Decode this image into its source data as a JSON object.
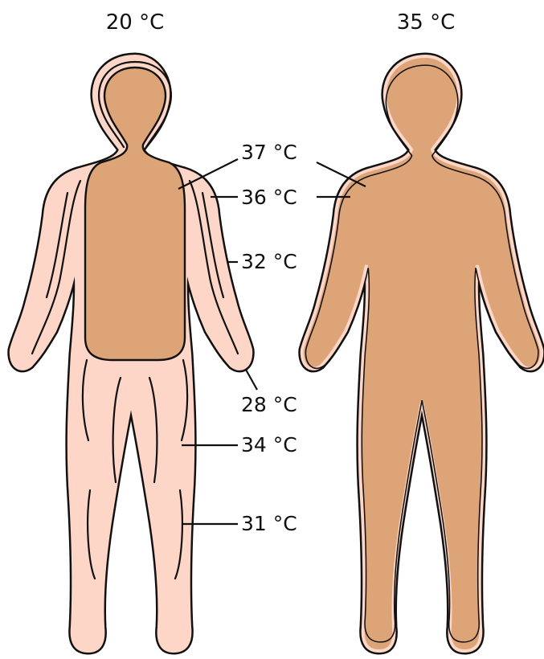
{
  "titles": {
    "left": "20 °C",
    "right": "35 °C"
  },
  "isotherms": [
    {
      "key": "t37",
      "label": "37 °C"
    },
    {
      "key": "t36",
      "label": "36 °C"
    },
    {
      "key": "t32",
      "label": "32 °C"
    },
    {
      "key": "t28",
      "label": "28 °C"
    },
    {
      "key": "t34",
      "label": "34 °C"
    },
    {
      "key": "t31",
      "label": "31 °C"
    }
  ],
  "colors": {
    "core": "#dda477",
    "shell": "#fdd6c8",
    "outline": "#111111",
    "background": "#ffffff"
  }
}
